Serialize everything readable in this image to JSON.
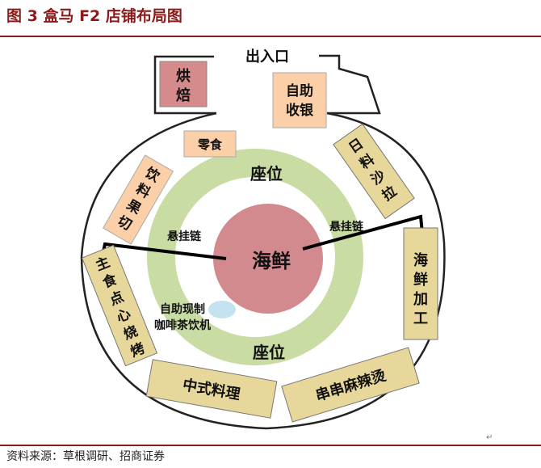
{
  "figure": {
    "title": "图 3  盒马 F2 店铺布局图",
    "source": "资料来源：草根调研、招商证券",
    "para_mark": "↵"
  },
  "entrance": {
    "label": "出入口"
  },
  "zones": {
    "bakery": [
      "烘",
      "焙"
    ],
    "self_checkout": [
      "自助",
      "收银"
    ],
    "snacks": "零食",
    "drinks_fruit": [
      "饮",
      "料",
      "果",
      "切"
    ],
    "japanese": [
      "日",
      "料",
      "沙",
      "拉"
    ],
    "seafood_processing": [
      "海",
      "鲜",
      "加",
      "工"
    ],
    "staple_dimsum_roast": [
      "主",
      "食",
      "点",
      "心",
      "烧",
      "烤"
    ],
    "chinese_cuisine": "中式料理",
    "skewers_malatang": "串串麻辣烫",
    "seating_top": "座位",
    "seating_bottom": "座位",
    "center_seafood": "海鲜",
    "conveyor_left": "悬挂链",
    "conveyor_right": "悬挂链",
    "coffee_machine": [
      "自助现制",
      "咖啡茶饮机"
    ]
  },
  "colors": {
    "title_red": "#8b1a1a",
    "bakery": "#d58a8c",
    "checkout": "#fbcfa8",
    "snacks": "#fbcfa8",
    "drinks": "#fbcfa8",
    "tan_zones": "#e7d79a",
    "green_ring": "#c8dca4",
    "center": "#d38a8e",
    "coffee": "#c5e2f1"
  }
}
